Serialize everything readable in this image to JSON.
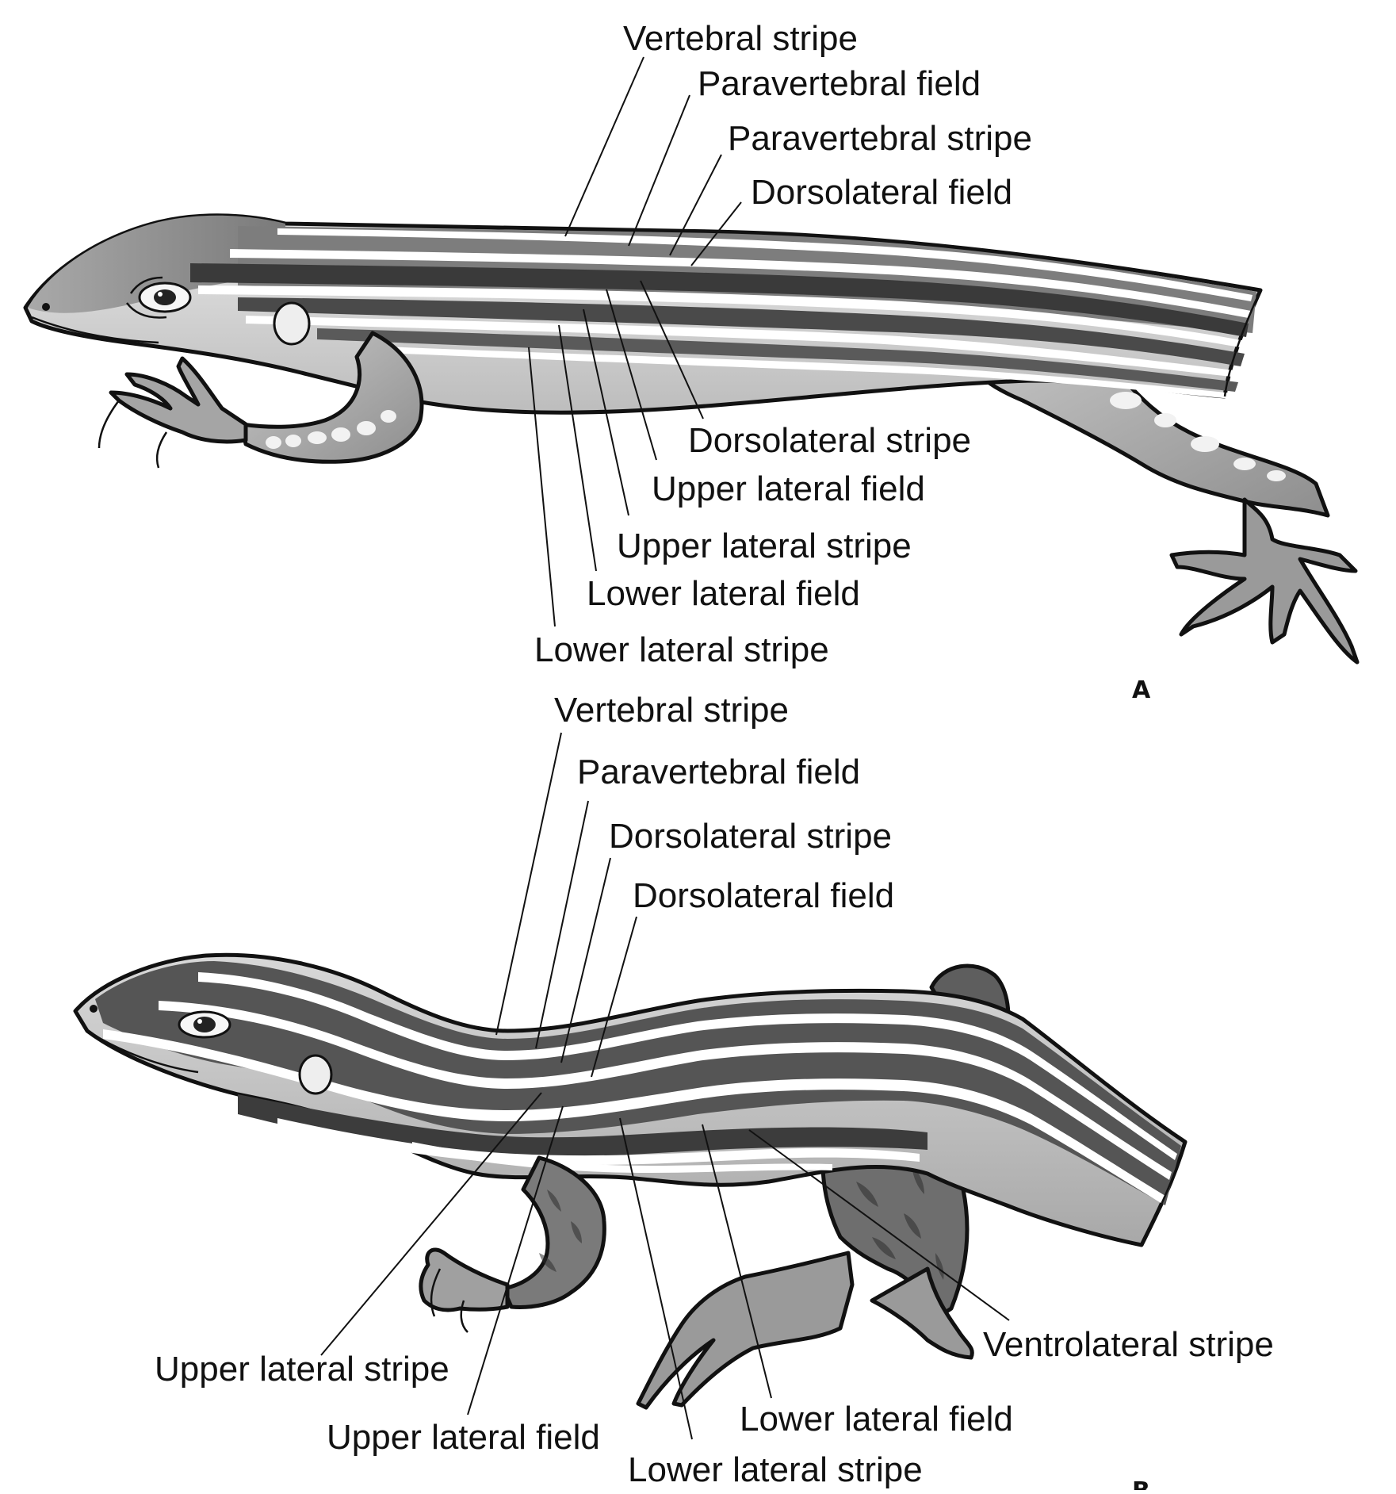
{
  "panels": [
    {
      "id": "A",
      "letter": "A",
      "labels": {
        "vertebral_stripe": "Vertebral stripe",
        "paravertebral_field": "Paravertebral field",
        "paravertebral_stripe": "Paravertebral stripe",
        "dorsolateral_field": "Dorsolateral field",
        "dorsolateral_stripe": "Dorsolateral stripe",
        "upper_lateral_field": "Upper lateral field",
        "upper_lateral_stripe": "Upper lateral stripe",
        "lower_lateral_field": "Lower lateral field",
        "lower_lateral_stripe": "Lower lateral stripe"
      }
    },
    {
      "id": "B",
      "letter": "B",
      "labels": {
        "vertebral_stripe": "Vertebral stripe",
        "paravertebral_field": "Paravertebral field",
        "dorsolateral_stripe": "Dorsolateral stripe",
        "dorsolateral_field": "Dorsolateral field",
        "upper_lateral_stripe": "Upper lateral stripe",
        "upper_lateral_field": "Upper lateral field",
        "lower_lateral_stripe": "Lower lateral stripe",
        "lower_lateral_field": "Lower lateral field",
        "ventrolateral_stripe": "Ventrolateral stripe"
      }
    }
  ],
  "colors": {
    "ink": "#111111",
    "dark_stripe": "#3a3a3a",
    "mid_gray": "#8c8c8c",
    "light_gray": "#c8c8c8",
    "pale": "#f4f4f4"
  }
}
